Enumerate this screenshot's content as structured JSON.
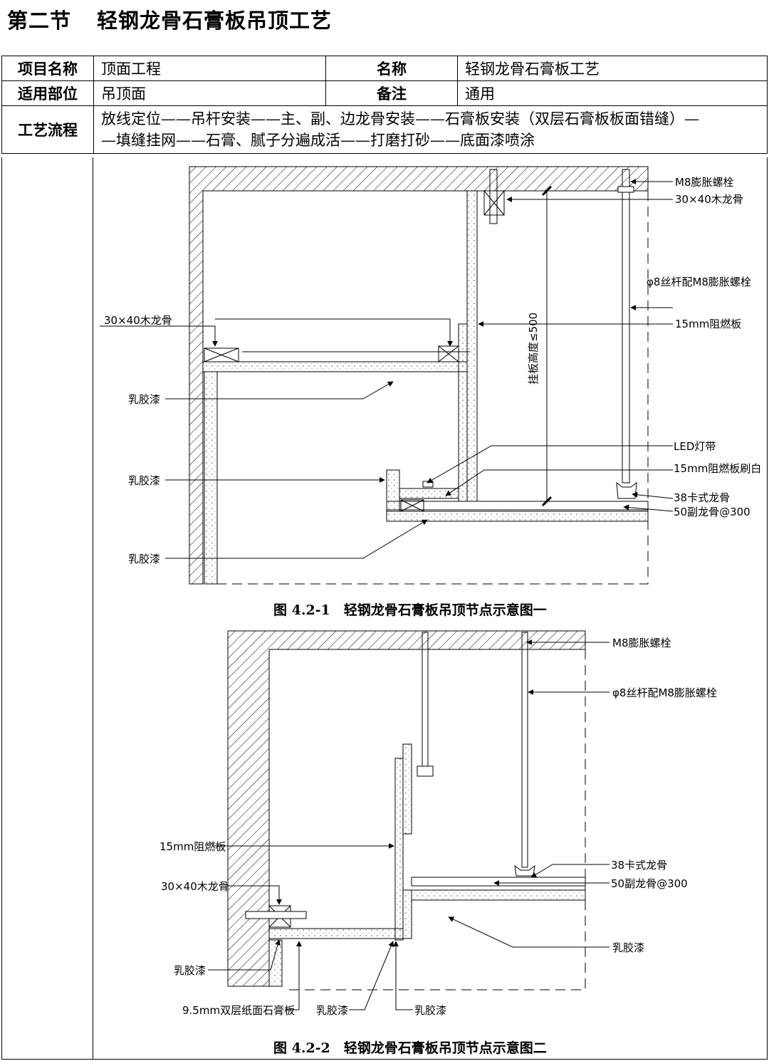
{
  "heading": {
    "section": "第二节",
    "title": "轻钢龙骨石膏板吊顶工艺"
  },
  "info": {
    "row1": {
      "k1": "项目名称",
      "v1": "顶面工程",
      "k2": "名称",
      "v2": "轻钢龙骨石膏板工艺"
    },
    "row2": {
      "k1": "适用部位",
      "v1": "吊顶面",
      "k2": "备注",
      "v2": "通用"
    },
    "row3": {
      "k1": "工艺流程",
      "line1": "放线定位——吊杆安装——主、副、边龙骨安装——石膏板安装（双层石膏板板面错缝）—",
      "line2": "—填缝挂网——石膏、腻子分遍成活——打磨打砂——底面漆喷涂"
    }
  },
  "fig1": {
    "labels": {
      "bolt": "M8膨胀螺栓",
      "wood_r": "30×40木龙骨",
      "rod": "φ8丝杆配M8膨胀螺栓",
      "fireboard": "15mm阻燃板",
      "wood_l": "30×40木龙骨",
      "latex1": "乳胶漆",
      "latex2": "乳胶漆",
      "latex3": "乳胶漆",
      "led": "LED灯带",
      "fireboard_white": "15mm阻燃板刷白",
      "keel38": "38卡式龙骨",
      "keel50": "50副龙骨@300",
      "height": "挂板高度≤500"
    },
    "caption": "图 4.2-1　轻钢龙骨石膏板吊顶节点示意图一"
  },
  "fig2": {
    "labels": {
      "bolt": "M8膨胀螺栓",
      "rod": "φ8丝杆配M8膨胀螺栓",
      "fireboard": "15mm阻燃板",
      "wood": "30×40木龙骨",
      "keel38": "38卡式龙骨",
      "keel50": "50副龙骨@300",
      "latex_r": "乳胶漆",
      "latex_l": "乳胶漆",
      "gypsum": "9.5mm双层纸面石膏板",
      "latex_b1": "乳胶漆",
      "latex_b2": "乳胶漆"
    },
    "caption": "图 4.2-2　轻钢龙骨石膏板吊顶节点示意图二"
  }
}
